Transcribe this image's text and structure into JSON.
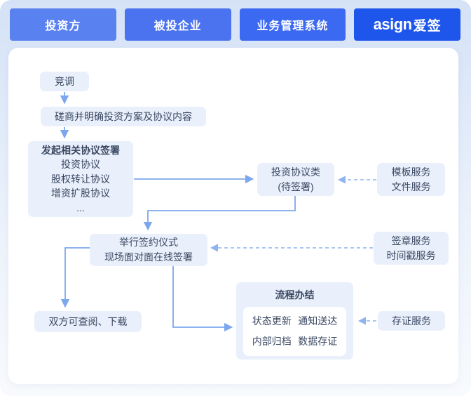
{
  "colors": {
    "lane1": "#5A81F0",
    "lane2": "#4B73F0",
    "lane3": "#3C69F2",
    "brand": "#1E56EB",
    "boxfill": "#E9F0FB",
    "ink": "#3A4862",
    "arrow": "#7CA7EE",
    "arrowdash": "#8FB3EE",
    "pagetop": "#D5E1F6",
    "pagebottom": "#F8FAFD"
  },
  "header": {
    "lanes": [
      {
        "label": "投资方"
      },
      {
        "label": "被投企业"
      },
      {
        "label": "业务管理系统"
      }
    ],
    "logo": {
      "brand": "asign",
      "suffix": "爱签"
    }
  },
  "flow": {
    "jingdiao": {
      "label": "竞调"
    },
    "cuoshang": {
      "label": "磋商并明确投资方案及协议内容"
    },
    "faqi": {
      "title": "发起相关协议签署",
      "items": [
        "投资协议",
        "股权转让协议",
        "增资扩股协议",
        "..."
      ]
    },
    "touzi": {
      "line1": "投资协议类",
      "line2": "(待签署)"
    },
    "muban": {
      "line1": "模板服务",
      "line2": "文件服务"
    },
    "juxing": {
      "line1": "举行签约仪式",
      "line2": "现场面对面在线签署"
    },
    "qianzhang": {
      "line1": "签章服务",
      "line2": "时间戳服务"
    },
    "shuangfang": {
      "label": "双方可查阅、下载"
    },
    "liucheng": {
      "title": "流程办结",
      "items": [
        "状态更新",
        "通知送达",
        "内部归档",
        "数据存证"
      ]
    },
    "cunzheng": {
      "label": "存证服务"
    }
  }
}
